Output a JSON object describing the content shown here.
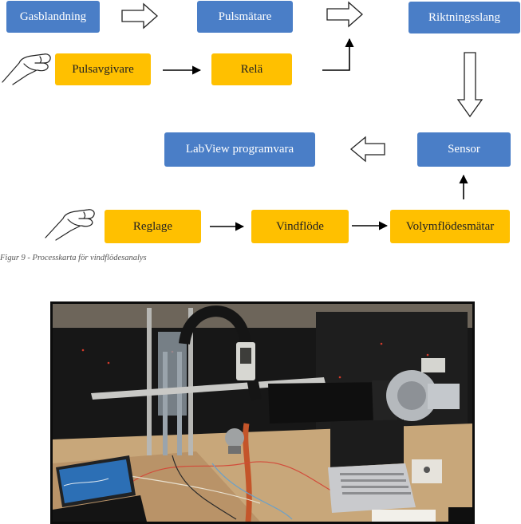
{
  "diagram": {
    "nodes": [
      {
        "id": "gasblandning",
        "label": "Gasblandning",
        "color": "#4a7ec7"
      },
      {
        "id": "pulsmatare",
        "label": "Pulsmätare",
        "color": "#4a7ec7"
      },
      {
        "id": "riktningsslang",
        "label": "Riktningsslang",
        "color": "#4a7ec7"
      },
      {
        "id": "pulsavgivare",
        "label": "Pulsavgivare",
        "color": "#ffc000"
      },
      {
        "id": "rela",
        "label": "Relä",
        "color": "#ffc000"
      },
      {
        "id": "labview",
        "label": "LabView programvara",
        "color": "#4a7ec7"
      },
      {
        "id": "sensor",
        "label": "Sensor",
        "color": "#4a7ec7"
      },
      {
        "id": "reglage",
        "label": "Reglage",
        "color": "#ffc000"
      },
      {
        "id": "vindflode",
        "label": "Vindflöde",
        "color": "#ffc000"
      },
      {
        "id": "volymflodesmatar",
        "label": "Volymflödesmätar",
        "color": "#ffc000"
      }
    ],
    "edges": [
      {
        "from": "gasblandning",
        "to": "pulsmatare",
        "style": "hollow"
      },
      {
        "from": "pulsmatare",
        "to": "riktningsslang",
        "style": "hollow"
      },
      {
        "from": "riktningsslang",
        "to": "sensor",
        "style": "hollow"
      },
      {
        "from": "sensor",
        "to": "labview",
        "style": "hollow"
      },
      {
        "from": "pulsavgivare",
        "to": "rela",
        "style": "solid"
      },
      {
        "from": "rela",
        "to": "riktningsslang",
        "style": "solid-elbow"
      },
      {
        "from": "reglage",
        "to": "vindflode",
        "style": "solid"
      },
      {
        "from": "vindflode",
        "to": "volymflodesmatar",
        "style": "solid"
      },
      {
        "from": "volymflodesmatar",
        "to": "sensor",
        "style": "solid"
      }
    ],
    "icons": [
      "hand-pressing-icon",
      "hand-pressing-icon"
    ]
  },
  "caption": "Figur 9 - Processkarta för vindflödesanalys",
  "photo": {
    "screen_text": "",
    "palette": {
      "frame": "#0c0c0c",
      "wall": "#1e1e1e",
      "desk": "#c9a878",
      "pipe": "#151515",
      "orange_tube": "#c4552a"
    }
  }
}
